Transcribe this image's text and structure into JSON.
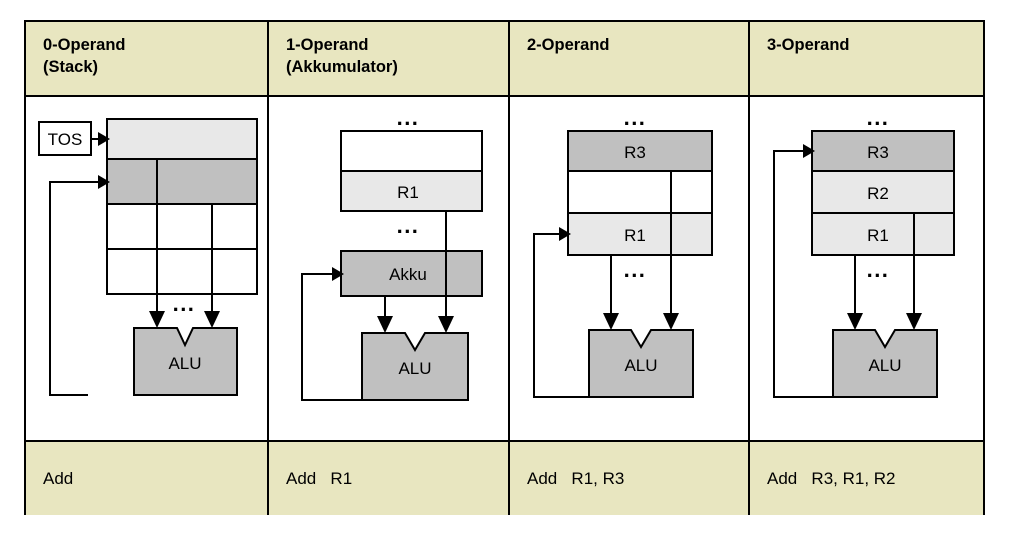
{
  "diagram": {
    "title_present": false,
    "colors": {
      "header_bg": "#e8e6c0",
      "instruction_bg": "#e8e6c0",
      "light_gray": "#e8e8e8",
      "mid_gray": "#c0c0c0",
      "white": "#ffffff",
      "stroke": "#000000"
    },
    "ellipsis": "...",
    "alu_label": "ALU"
  },
  "columns": [
    {
      "id": "col-0-operand",
      "header_line1": "0-Operand",
      "header_line2": "(Stack)",
      "instruction": "Add",
      "pointer_label": "TOS",
      "cells": [
        {
          "label": "",
          "fill": "light_gray"
        },
        {
          "label": "",
          "fill": "mid_gray"
        },
        {
          "label": "",
          "fill": "white"
        },
        {
          "label": "",
          "fill": "white"
        }
      ],
      "alu_label": "ALU",
      "top_ellipsis": false,
      "mid_ellipsis": true,
      "accumulator": null
    },
    {
      "id": "col-1-operand",
      "header_line1": "1-Operand",
      "header_line2": "(Akkumulator)",
      "instruction": "Add   R1",
      "pointer_label": "",
      "cells": [
        {
          "label": "",
          "fill": "white"
        },
        {
          "label": "R1",
          "fill": "light_gray"
        }
      ],
      "alu_label": "ALU",
      "top_ellipsis": true,
      "mid_ellipsis": true,
      "accumulator": {
        "label": "Akku",
        "fill": "mid_gray"
      }
    },
    {
      "id": "col-2-operand",
      "header_line1": "2-Operand",
      "header_line2": "",
      "instruction": "Add   R1, R3",
      "pointer_label": "",
      "cells": [
        {
          "label": "R3",
          "fill": "mid_gray"
        },
        {
          "label": "",
          "fill": "white"
        },
        {
          "label": "R1",
          "fill": "light_gray"
        }
      ],
      "alu_label": "ALU",
      "top_ellipsis": true,
      "mid_ellipsis": true,
      "accumulator": null
    },
    {
      "id": "col-3-operand",
      "header_line1": "3-Operand",
      "header_line2": "",
      "instruction": "Add   R3, R1, R2",
      "pointer_label": "",
      "cells": [
        {
          "label": "R3",
          "fill": "mid_gray"
        },
        {
          "label": "R2",
          "fill": "light_gray"
        },
        {
          "label": "R1",
          "fill": "light_gray"
        }
      ],
      "alu_label": "ALU",
      "top_ellipsis": true,
      "mid_ellipsis": true,
      "accumulator": null
    }
  ]
}
